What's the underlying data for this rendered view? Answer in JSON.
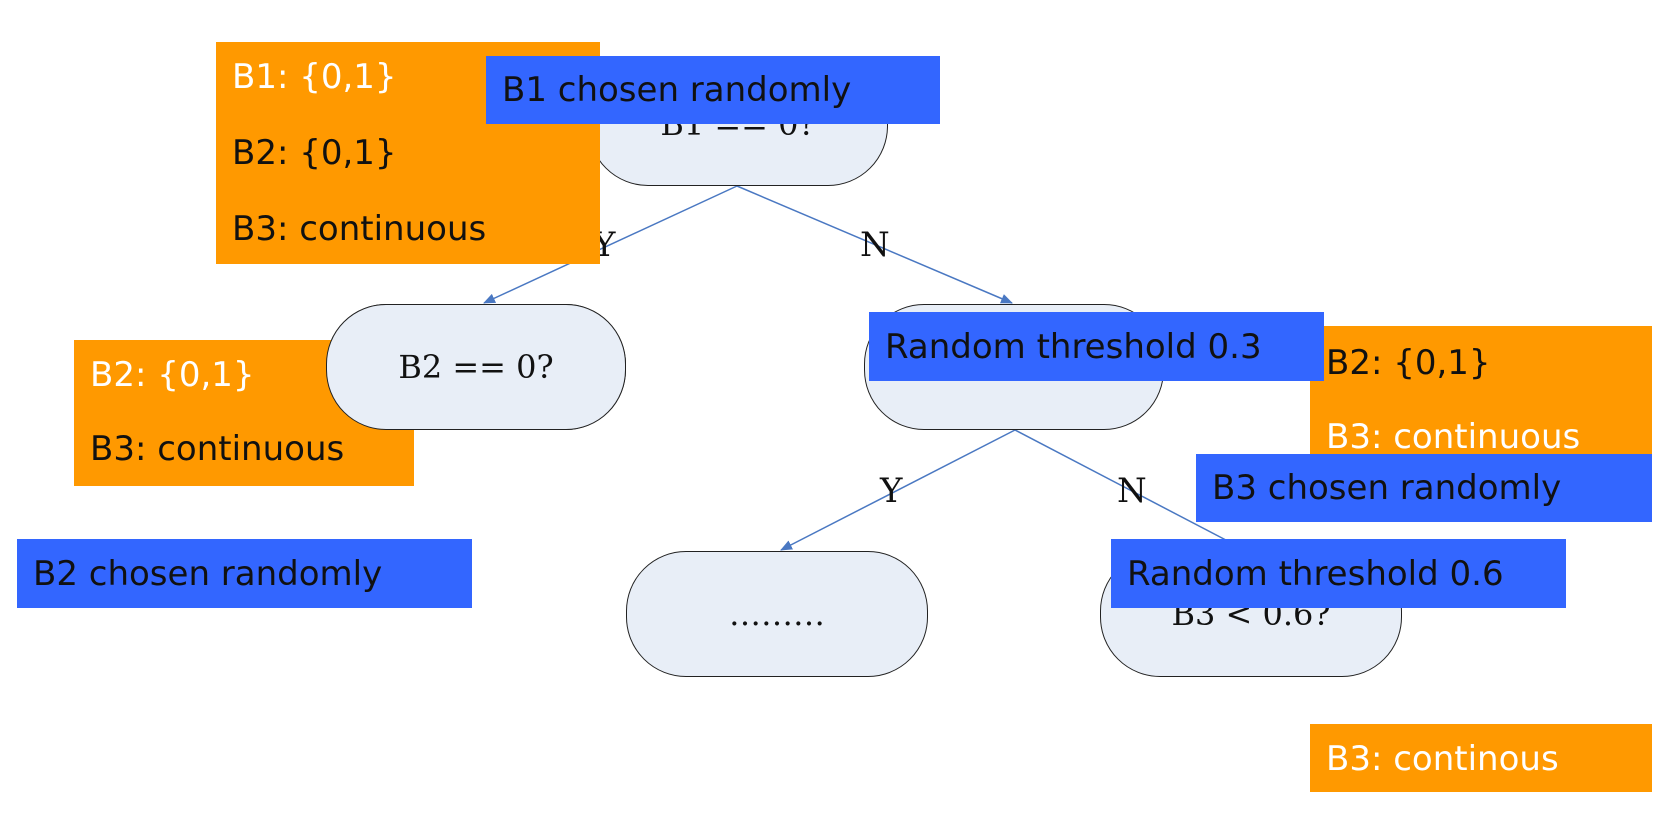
{
  "nodes": {
    "root": "B1 == 0?",
    "left": "B2 == 0?",
    "right": "",
    "bottom_left": "………",
    "bottom_right": "B3 < 0.6?"
  },
  "edges": {
    "root_left": "Y",
    "root_right": "N",
    "right_left": "Y",
    "right_right": "N"
  },
  "annotations": {
    "top_orange": {
      "b1": "B1: {0,1}",
      "b2": "B2: {0,1}",
      "b3": "B3: continuous"
    },
    "left_orange": {
      "b2": "B2: {0,1}",
      "b3": "B3: continuous"
    },
    "right_orange": {
      "b2": "B2: {0,1}",
      "b3": "B3: continuous"
    },
    "bottom_orange": {
      "b3": "B3: continous"
    },
    "b1_chosen": "B1 chosen randomly",
    "b2_chosen": "B2 chosen randomly",
    "b3_chosen": "B3 chosen randomly",
    "threshold_03": "Random threshold 0.3",
    "threshold_06": "Random threshold 0.6"
  },
  "colors": {
    "orange": "#ff9900",
    "blue": "#3366ff",
    "node_fill": "#e8eef7",
    "edge": "#4a78c2"
  }
}
